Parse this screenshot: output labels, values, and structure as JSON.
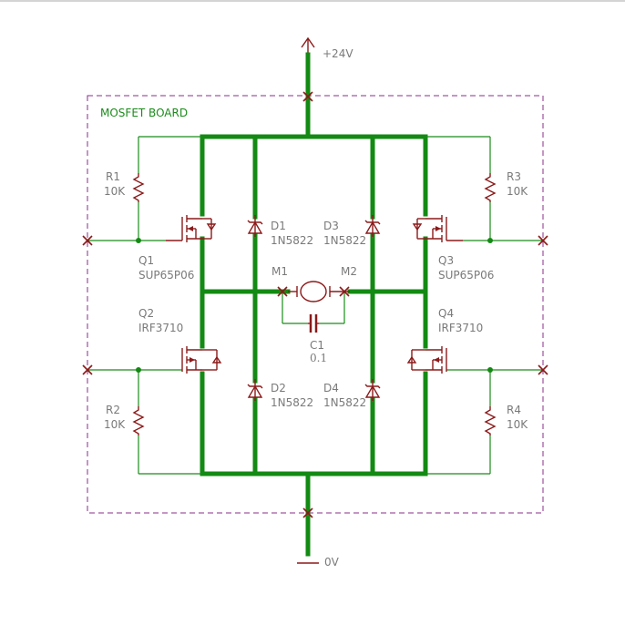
{
  "board": {
    "title": "MOSFET BOARD"
  },
  "power": {
    "supply": "+24V",
    "ground": "0V"
  },
  "components": {
    "R1": {
      "ref": "R1",
      "value": "10K"
    },
    "R2": {
      "ref": "R2",
      "value": "10K"
    },
    "R3": {
      "ref": "R3",
      "value": "10K"
    },
    "R4": {
      "ref": "R4",
      "value": "10K"
    },
    "Q1": {
      "ref": "Q1",
      "value": "SUP65P06"
    },
    "Q2": {
      "ref": "Q2",
      "value": "IRF3710"
    },
    "Q3": {
      "ref": "Q3",
      "value": "SUP65P06"
    },
    "Q4": {
      "ref": "Q4",
      "value": "IRF3710"
    },
    "D1": {
      "ref": "D1",
      "value": "1N5822"
    },
    "D2": {
      "ref": "D2",
      "value": "1N5822"
    },
    "D3": {
      "ref": "D3",
      "value": "1N5822"
    },
    "D4": {
      "ref": "D4",
      "value": "1N5822"
    },
    "C1": {
      "ref": "C1",
      "value": "0.1"
    },
    "M1": {
      "ref": "M1"
    },
    "M2": {
      "ref": "M2"
    }
  },
  "colors": {
    "wire": "#138a13",
    "component": "#8b1a1a",
    "board_outline": "#8a2c8a",
    "label": "#7a7a7a"
  }
}
